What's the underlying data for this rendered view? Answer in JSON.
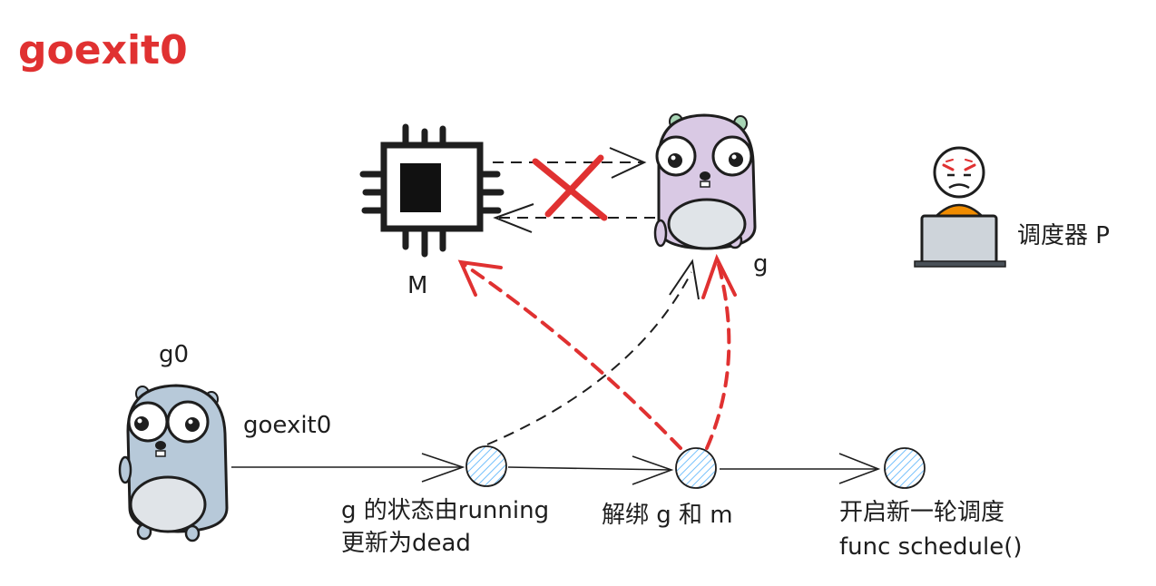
{
  "title": "goexit0",
  "labels": {
    "m": "M",
    "g": "g",
    "g0": "g0",
    "scheduler": "调度器 P",
    "call_label": "goexit0",
    "step1_line1": "g 的状态由running",
    "step1_line2": "更新为dead",
    "step2": "解绑 g 和 m",
    "step3_line1": "开启新一轮调度",
    "step3_line2": "func schedule()"
  },
  "colors": {
    "accent_red": "#e03131",
    "ink": "#1e1e1e",
    "gopher_g": "#d9c9e4",
    "gopher_g0": "#b7c9d9",
    "belly": "#e0e4e8",
    "person_shirt": "#f08c00",
    "node_hatch": "#a5d8ff"
  },
  "icons": [
    "cpu-chip-icon",
    "gopher-icon",
    "gopher-icon",
    "angry-person-laptop-icon",
    "cross-icon"
  ]
}
